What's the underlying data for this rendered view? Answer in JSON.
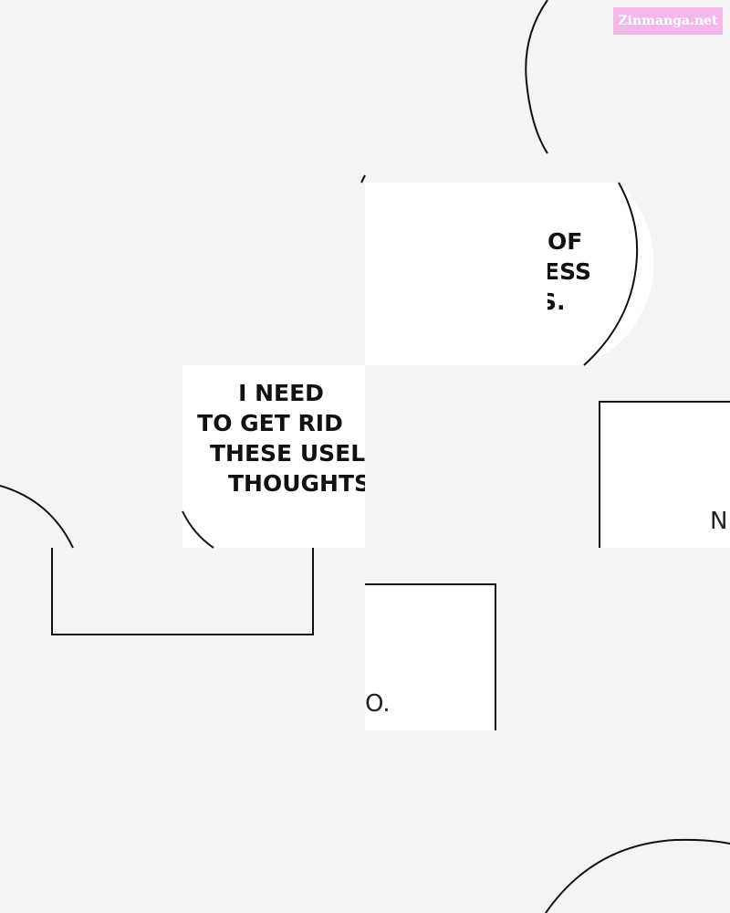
{
  "watermark": "Zinmanga.net",
  "bubble_right": {
    "lines": [
      "OF",
      "ESS",
      "S."
    ]
  },
  "bubble_center": {
    "lines": [
      "I NEED",
      "TO GET RID",
      "THESE USELE",
      "THOUGHTS"
    ]
  },
  "box_mid_fragment": "O.",
  "box_right_fragment": "N"
}
